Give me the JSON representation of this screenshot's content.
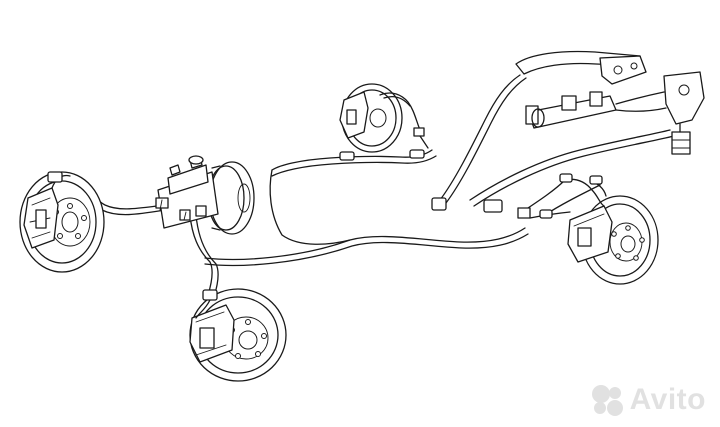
{
  "diagram": {
    "components": [
      "front-left-disc-brake",
      "master-cylinder-booster",
      "front-right-disc-brake",
      "rear-left-disc-brake",
      "rear-right-disc-brake",
      "parking-brake-lever",
      "proportioning-valve",
      "brake-lines"
    ]
  },
  "watermark": {
    "text": "Avito",
    "logo_icon": "avito-logo-icon"
  },
  "colors": {
    "line": "#1a1a1a",
    "background": "#ffffff",
    "watermark": "#b8b8b8"
  }
}
